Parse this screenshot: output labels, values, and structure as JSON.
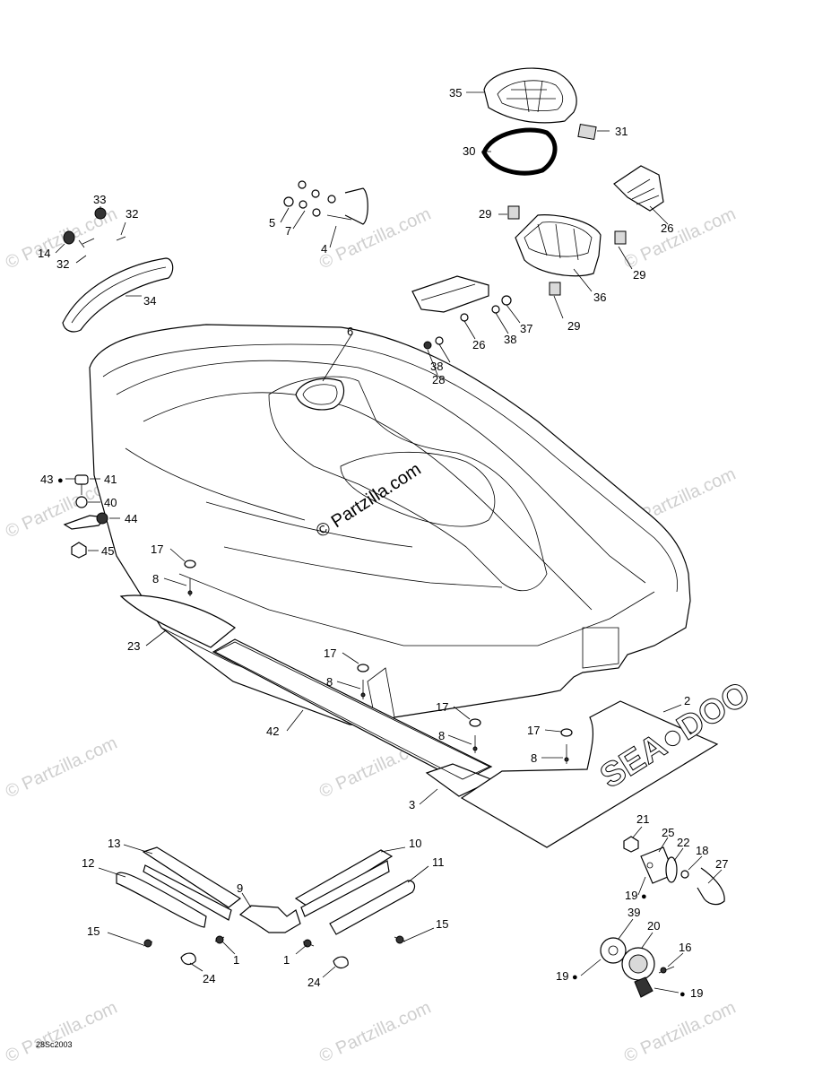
{
  "watermark": {
    "text": "© Partzilla.com",
    "center_text": "© Partzilla.com"
  },
  "diagram_code": "28Sc2003",
  "callouts": {
    "c35": "35",
    "c31": "31",
    "c30": "30",
    "c26a": "26",
    "c29a": "29",
    "c29b": "29",
    "c36": "36",
    "c29c": "29",
    "c37": "37",
    "c38a": "38",
    "c26b": "26",
    "c38b": "38",
    "c28": "28",
    "c33": "33",
    "c32a": "32",
    "c14": "14",
    "c32b": "32",
    "c34": "34",
    "c5": "5",
    "c7": "7",
    "c4": "4",
    "c6": "6",
    "c43": "43",
    "c41": "41",
    "c40": "40",
    "c44": "44",
    "c45": "45",
    "c17a": "17",
    "c8a": "8",
    "c23": "23",
    "c17b": "17",
    "c8b": "8",
    "c42": "42",
    "c17c": "17",
    "c8c": "8",
    "c3": "3",
    "c17d": "17",
    "c8d": "8",
    "c2": "2",
    "c21": "21",
    "c25": "25",
    "c22": "22",
    "c18": "18",
    "c27": "27",
    "c19a": "19",
    "c39": "39",
    "c20": "20",
    "c16": "16",
    "c19b": "19",
    "c19c": "19",
    "c13": "13",
    "c10": "10",
    "c12": "12",
    "c11": "11",
    "c9": "9",
    "c15a": "15",
    "c15b": "15",
    "c1a": "1",
    "c1b": "1",
    "c24a": "24",
    "c24b": "24"
  },
  "mat_logo_text": "SEA●DOO"
}
